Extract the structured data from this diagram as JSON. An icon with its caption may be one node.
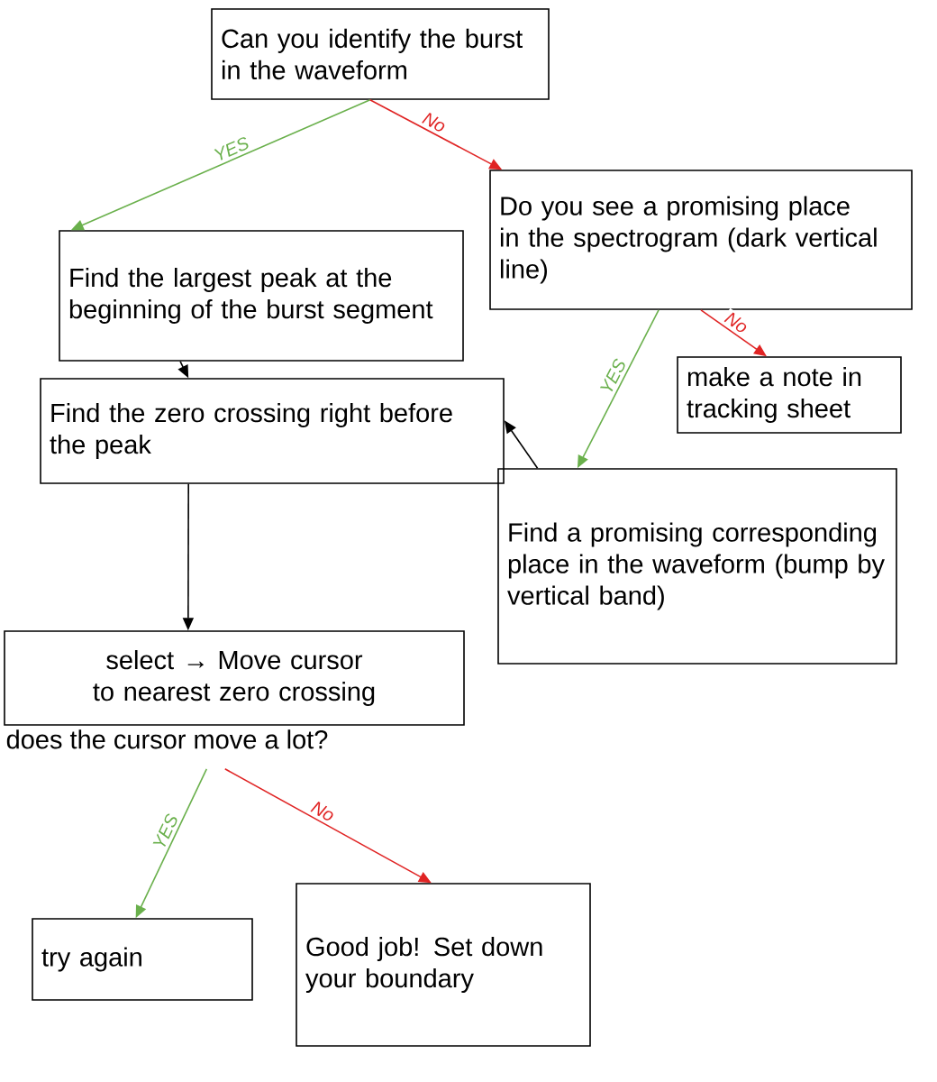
{
  "diagram": {
    "nodes": [
      {
        "text": [
          "Can you identify the burst in the waveform"
        ]
      },
      {
        "text": [
          "Find the largest peak at the beginning of the burst segment"
        ]
      },
      {
        "text": [
          "Do you see a promising place in the spectrogram (dark vertical line)"
        ]
      },
      {
        "text": [
          "make a note in tracking sheet"
        ]
      },
      {
        "text": [
          "Find the zero crossing right before the peak"
        ]
      },
      {
        "text": [
          "Find a promising corresponding place in the waveform (bump by vertical band)"
        ]
      },
      {
        "text": [
          "select → Move cursor to nearest zero crossing"
        ],
        "beside": [
          "does the cursor move a lot?"
        ]
      },
      {
        "text": [
          "try again"
        ]
      },
      {
        "text": [
          "Good job! Set down your boundary"
        ]
      }
    ],
    "edges": [
      {
        "from": 0,
        "to": 1,
        "arrow": "to",
        "label": "YES",
        "color": "#6ab04c"
      },
      {
        "from": 0,
        "to": 2,
        "arrow": "to",
        "label": "No",
        "color": "#e02424"
      },
      {
        "from": 1,
        "to": 4,
        "arrow": "to",
        "color": "#000000"
      },
      {
        "from": 2,
        "to": 3,
        "arrow": "to",
        "label": "No",
        "color": "#e02424"
      },
      {
        "from": 2,
        "to": 5,
        "arrow": "to",
        "label": "YES",
        "color": "#6ab04c"
      },
      {
        "from": 5,
        "to": 4,
        "arrow": "to",
        "color": "#000000"
      },
      {
        "from": 4,
        "to": 6,
        "arrow": "to",
        "color": "#000000"
      },
      {
        "from": 6,
        "to": 7,
        "arrow": "to",
        "label": "YES",
        "color": "#6ab04c"
      },
      {
        "from": 6,
        "to": 8,
        "arrow": "to",
        "label": "No",
        "color": "#e02424"
      }
    ]
  }
}
